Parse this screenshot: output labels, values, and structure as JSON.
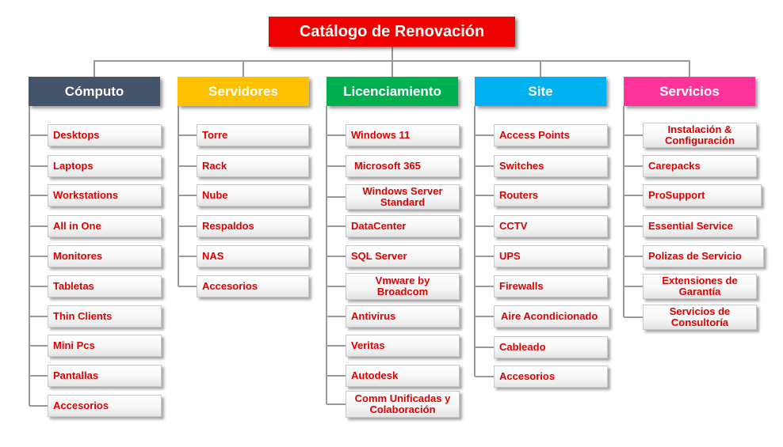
{
  "title": "Catálogo de Renovación",
  "categories": [
    {
      "name": "Cómputo",
      "color": "#44546a",
      "items": [
        "Desktops",
        "Laptops",
        "Workstations",
        "All in One",
        "Monitores",
        "Tabletas",
        "Thin Clients",
        "Mini Pcs",
        "Pantallas",
        "Accesorios"
      ]
    },
    {
      "name": "Servidores",
      "color": "#ffc000",
      "items": [
        "Torre",
        "Rack",
        "Nube",
        "Respaldos",
        "NAS",
        "Accesorios"
      ]
    },
    {
      "name": "Licenciamiento",
      "color": "#00b050",
      "items": [
        "Windows 11",
        "Microsoft 365",
        "Windows Server Standard",
        "DataCenter",
        "SQL Server",
        "Vmware by Broadcom",
        "Antivirus",
        "Veritas",
        "Autodesk",
        "Comm Unificadas y Colaboración"
      ]
    },
    {
      "name": "Site",
      "color": "#00b0f0",
      "items": [
        "Access Points",
        "Switches",
        "Routers",
        "CCTV",
        "UPS",
        "Firewalls",
        "Aire Acondicionado",
        "Cableado",
        "Accesorios"
      ]
    },
    {
      "name": "Servicios",
      "color": "#ff3399",
      "items": [
        "Instalación & Configuración",
        "Carepacks",
        "ProSupport",
        "Essential Service",
        "Polizas de Servicio",
        "Extensiones de Garantía",
        "Servicios de Consultoría"
      ]
    }
  ]
}
